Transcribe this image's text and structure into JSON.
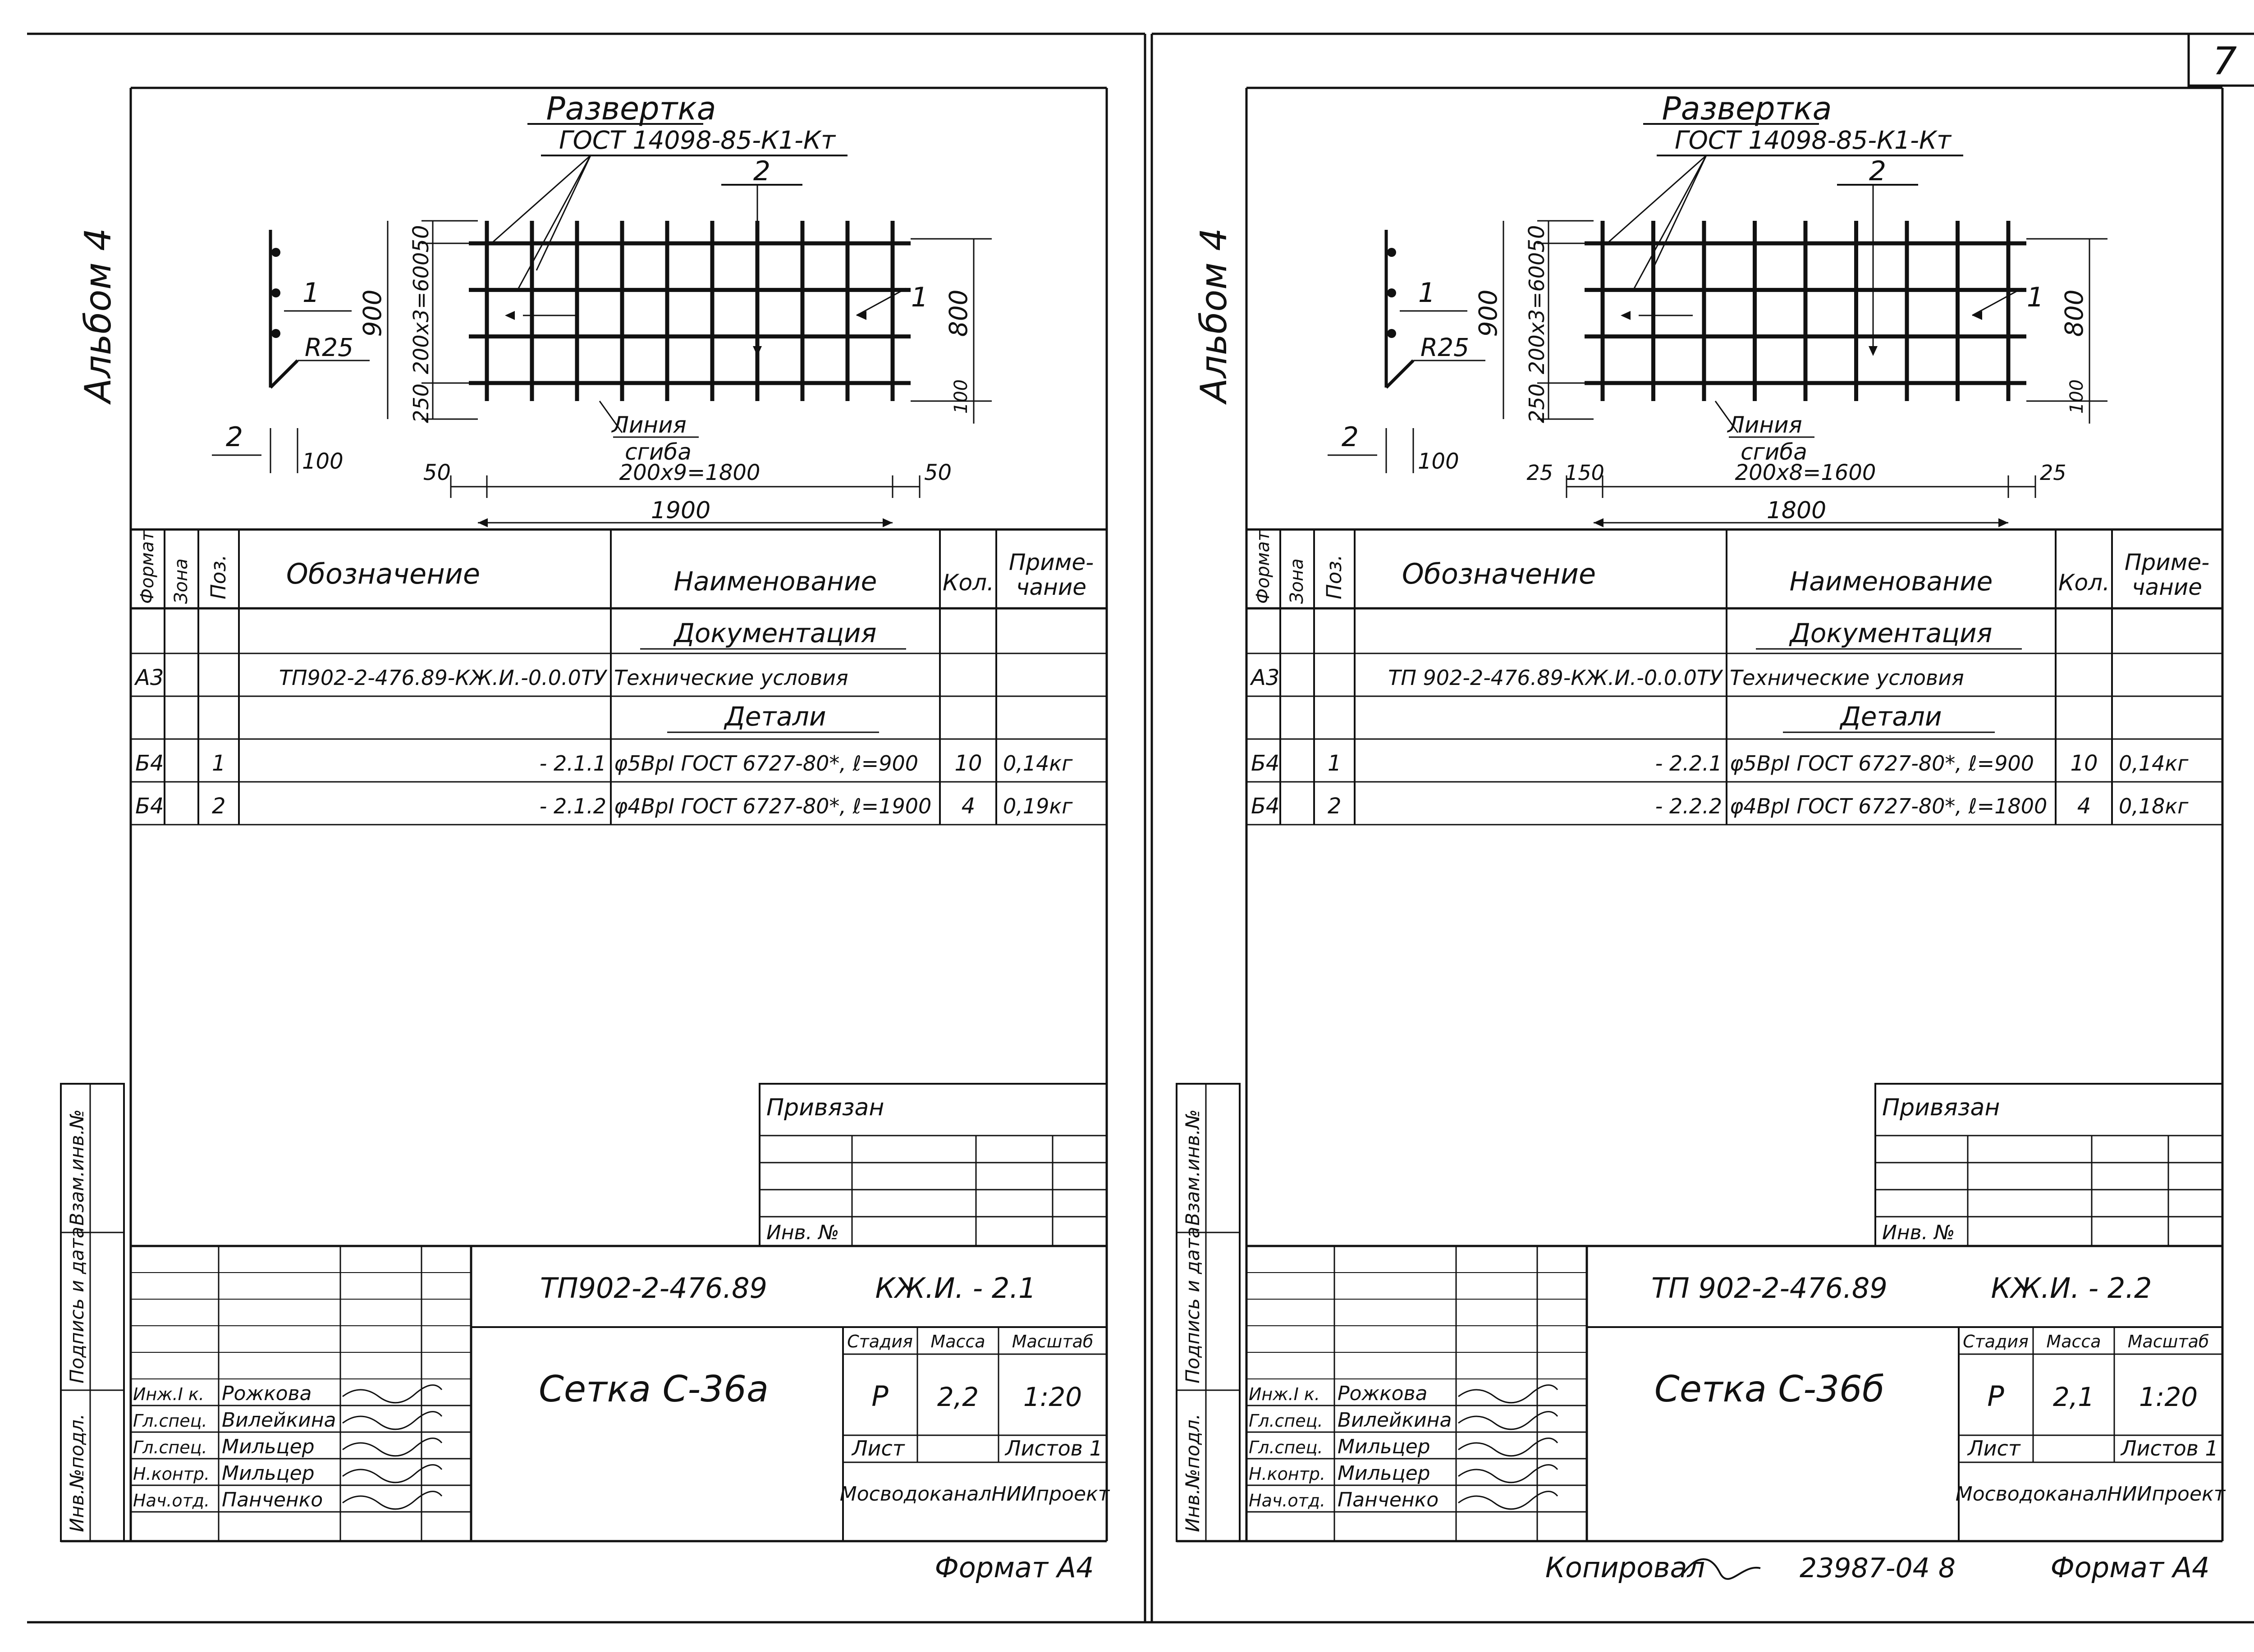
{
  "page_number": "7",
  "sheets": [
    {
      "album_label": "Альбом 4",
      "drawing": {
        "title": "Развертка",
        "gost": "ГОСТ 14098-85-К1-Кт",
        "callouts": {
          "pos1_side": "1",
          "pos2_side": "2",
          "pos1_grid": "1",
          "pos2_grid": "2"
        },
        "radius": "R25",
        "leg": "100",
        "dims_left": [
          "50",
          "200х3=600",
          "250"
        ],
        "height_total": "900",
        "height_right": "800",
        "bottom_right": "100",
        "bend_line": [
          "Линия",
          "сгиба"
        ],
        "bottom_dims": [
          "50",
          "200х9=1800",
          "50"
        ],
        "total_width": "1900",
        "grid_vlines": 10,
        "grid_hlines": 4
      },
      "spec": {
        "headers": {
          "format": "Формат",
          "zone": "Зона",
          "pos": "Поз.",
          "designation": "Обозначение",
          "name": "Наименование",
          "qty": "Кол.",
          "note": [
            "Приме-",
            "чание"
          ]
        },
        "section_docs": "Документация",
        "section_details": "Детали",
        "rows": [
          {
            "format": "А3",
            "pos": "",
            "designation": "ТП902-2-476.89-КЖ.И.-0.0.0ТУ",
            "name": "Технические условия",
            "qty": "",
            "note": ""
          },
          {
            "format": "Б4",
            "pos": "1",
            "designation": "- 2.1.1",
            "name": "φ5ВрI ГОСТ 6727-80*, ℓ=900",
            "qty": "10",
            "note": "0,14кг"
          },
          {
            "format": "Б4",
            "pos": "2",
            "designation": "- 2.1.2",
            "name": "φ4ВрI ГОСТ 6727-80*, ℓ=1900",
            "qty": "4",
            "note": "0,19кг"
          }
        ]
      },
      "side_stamp": [
        "Инв.№подл.",
        "Подпись и дата",
        "Взам.инв.№"
      ],
      "privyazan": "Привязан",
      "inv_no": "Инв. №",
      "title_block": {
        "project": "ТП902-2-476.89",
        "code": "КЖ.И. - 2.1",
        "name": "Сетка С-36а",
        "stage_label": "Стадия",
        "mass_label": "Масса",
        "scale_label": "Масштаб",
        "stage": "Р",
        "mass": "2,2",
        "scale": "1:20",
        "sheet_label": "Лист",
        "sheets_label": "Листов 1",
        "org": "МосводоканалНИИпроект",
        "people": [
          {
            "role": "Инж.I к.",
            "name": "Рожкова"
          },
          {
            "role": "Гл.спец.",
            "name": "Вилейкина"
          },
          {
            "role": "Гл.спец.",
            "name": "Мильцер"
          },
          {
            "role": "Н.контр.",
            "name": "Мильцер"
          },
          {
            "role": "Нач.отд.",
            "name": "Панченко"
          }
        ]
      },
      "footer_left": "",
      "footer_right": "Формат А4"
    },
    {
      "album_label": "Альбом 4",
      "drawing": {
        "title": "Развертка",
        "gost": "ГОСТ 14098-85-К1-Кт",
        "callouts": {
          "pos1_side": "1",
          "pos2_side": "2",
          "pos1_grid": "1",
          "pos2_grid": "2"
        },
        "radius": "R25",
        "leg": "100",
        "dims_left": [
          "50",
          "200х3=600",
          "250"
        ],
        "height_total": "900",
        "height_right": "800",
        "bottom_right": "100",
        "bend_line": [
          "Линия",
          "сгиба"
        ],
        "bottom_dims": [
          "25",
          "150",
          "200х8=1600",
          "25"
        ],
        "total_width": "1800",
        "grid_vlines": 9,
        "grid_hlines": 4
      },
      "spec": {
        "headers": {
          "format": "Формат",
          "zone": "Зона",
          "pos": "Поз.",
          "designation": "Обозначение",
          "name": "Наименование",
          "qty": "Кол.",
          "note": [
            "Приме-",
            "чание"
          ]
        },
        "section_docs": "Документация",
        "section_details": "Детали",
        "rows": [
          {
            "format": "А3",
            "pos": "",
            "designation": "ТП 902-2-476.89-КЖ.И.-0.0.0ТУ",
            "name": "Технические условия",
            "qty": "",
            "note": ""
          },
          {
            "format": "Б4",
            "pos": "1",
            "designation": "- 2.2.1",
            "name": "φ5ВрI ГОСТ 6727-80*, ℓ=900",
            "qty": "10",
            "note": "0,14кг"
          },
          {
            "format": "Б4",
            "pos": "2",
            "designation": "- 2.2.2",
            "name": "φ4ВрI ГОСТ 6727-80*, ℓ=1800",
            "qty": "4",
            "note": "0,18кг"
          }
        ]
      },
      "side_stamp": [
        "Инв.№подл.",
        "Подпись и дата",
        "Взам.инв.№"
      ],
      "privyazan": "Привязан",
      "inv_no": "Инв. №",
      "title_block": {
        "project": "ТП 902-2-476.89",
        "code": "КЖ.И. - 2.2",
        "name": "Сетка С-36б",
        "stage_label": "Стадия",
        "mass_label": "Масса",
        "scale_label": "Масштаб",
        "stage": "Р",
        "mass": "2,1",
        "scale": "1:20",
        "sheet_label": "Лист",
        "sheets_label": "Листов 1",
        "org": "МосводоканалНИИпроект",
        "people": [
          {
            "role": "Инж.I к.",
            "name": "Рожкова"
          },
          {
            "role": "Гл.спец.",
            "name": "Вилейкина"
          },
          {
            "role": "Гл.спец.",
            "name": "Мильцер"
          },
          {
            "role": "Н.контр.",
            "name": "Мильцер"
          },
          {
            "role": "Нач.отд.",
            "name": "Панченко"
          }
        ]
      },
      "footer_left": "Копировал",
      "footer_mid": "23987-04  8",
      "footer_right": "Формат А4"
    }
  ]
}
